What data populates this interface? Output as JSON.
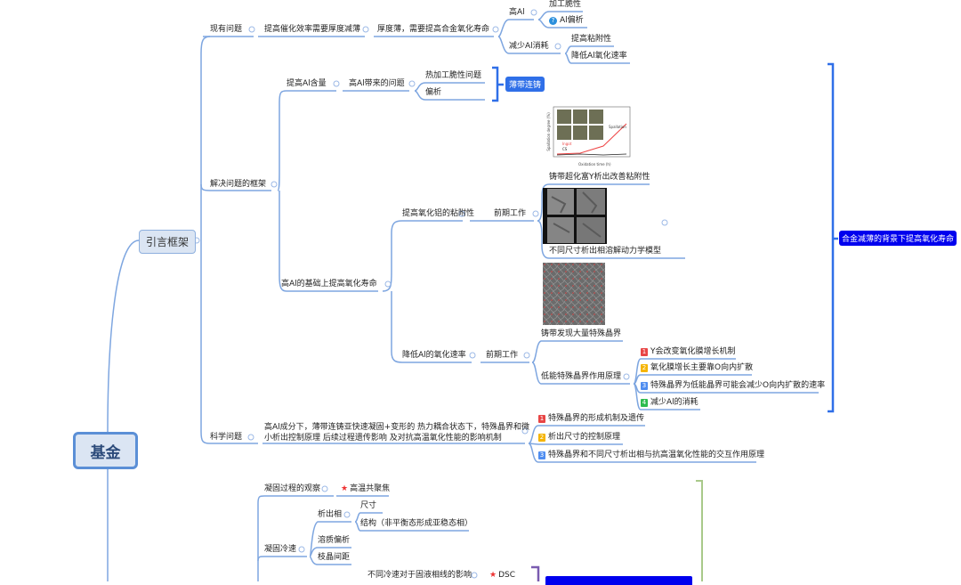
{
  "root": "基金",
  "frame": "引言框架",
  "colors": {
    "line": "#7ea6e0",
    "accent": "#0000ee",
    "button": "#2f6fe8",
    "bracket_blue": "#2f6fe8",
    "bracket_purple": "#7a5bb0",
    "bracket_green": "#a9c98a",
    "badge1": "#e84545",
    "badge2": "#f5b400",
    "badge3": "#4f8df0",
    "badge4": "#2dbb4e"
  },
  "existing": {
    "label": "现有问题",
    "b1": "提高催化效率需要厚度减薄",
    "b2": "厚度薄，需要提高合金氧化寿命",
    "highAl": {
      "label": "高Al",
      "items": [
        "加工脆性",
        "Al偏析"
      ]
    },
    "reduceAl": {
      "label": "减少Al消耗",
      "items": [
        "提高粘附性",
        "降低Al氧化速率"
      ]
    }
  },
  "framework": {
    "label": "解决问题的框架",
    "raiseAl": {
      "label": "提高Al含量",
      "problem": "高Al带来的问题",
      "items": [
        "热加工脆性问题",
        "偏析"
      ],
      "solution": "薄带连铸"
    },
    "basis": {
      "label": "高Al的基础上提高氧化寿命",
      "adhesion": {
        "label": "提高氧化铝的粘附性",
        "work": "前期工作",
        "items": [
          "铸带超化富Y析出改善粘附性",
          "不同尺寸析出相溶解动力学模型"
        ]
      },
      "rate": {
        "label": "降低Al的氧化速率",
        "work": "前期工作",
        "found": "铸带发现大量特殊晶界",
        "principle": "低能特殊晶界作用原理",
        "items": [
          {
            "n": "1",
            "text": "Y会改变氧化膜增长机制"
          },
          {
            "n": "2",
            "text": "氧化膜增长主要靠O向内扩散"
          },
          {
            "n": "3",
            "text": "特殊晶界为低能晶界可能会减少O向内扩散的速率"
          },
          {
            "n": "4",
            "text": "减少Al的消耗"
          }
        ]
      }
    },
    "summary": "合金减薄的背景下提高氧化寿命"
  },
  "science": {
    "label": "科学问题",
    "line1": "高Al成分下，薄带连铸亚快速凝固+变形的 热力耦合状态下，特殊晶界和微",
    "line2": "小析出控制原理   后续过程遗传影响 及对抗高温氧化性能的影响机制",
    "items": [
      {
        "n": "1",
        "text": "特殊晶界的形成机制及遗传"
      },
      {
        "n": "2",
        "text": "析出尺寸的控制原理"
      },
      {
        "n": "3",
        "text": "特殊晶界和不同尺寸析出相与抗高温氧化性能的交互作用原理"
      }
    ]
  },
  "bottom": {
    "observe": "凝固过程的观察",
    "observe_tool": "高温共聚焦",
    "cooling": "凝固冷速",
    "precip": "析出相",
    "precip_items": [
      "尺寸",
      "结构（非平衡态形成亚稳态相）"
    ],
    "segregation": "溶质偏析",
    "dendrite": "枝晶间距",
    "liquidus": "不同冷速对于固液相线的影响",
    "dsc": "DSC"
  },
  "chart_thumb": {
    "legend": [
      "Ingot",
      "CS"
    ],
    "xlabel": "Oxidation time (h)",
    "ylabel": "Spallation degree (%)",
    "annotation": "Spallation"
  }
}
